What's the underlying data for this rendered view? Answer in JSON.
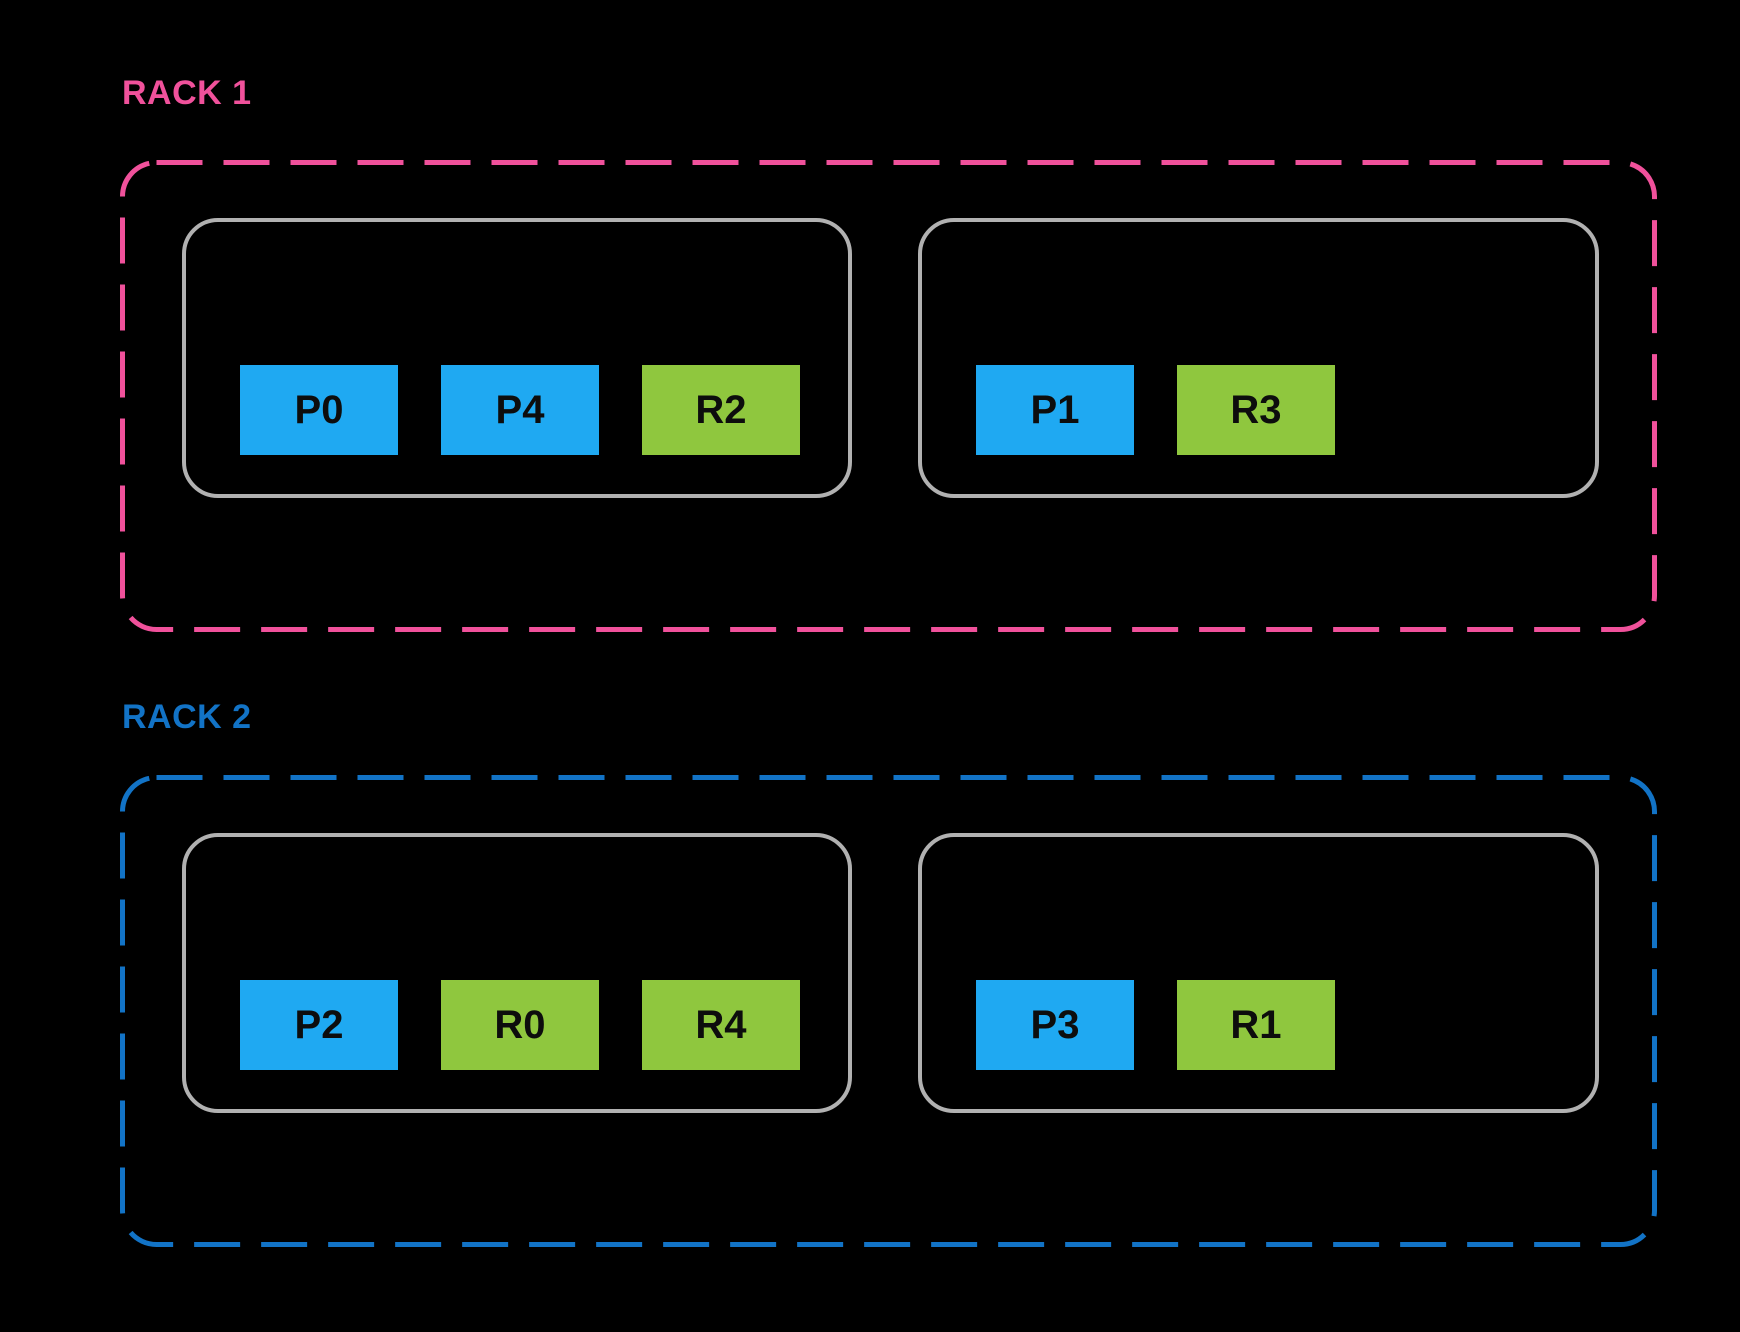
{
  "colors": {
    "background": "#000000",
    "rack1-accent": "#F0519B",
    "rack2-accent": "#1273C6",
    "chip-primary": "#1FA9F2",
    "chip-replica": "#8FC73E",
    "chip-text": "#0D0D0D",
    "node-border": "#B1B1B1"
  },
  "racks": [
    {
      "label": "RACK 1",
      "nodes": [
        {
          "chips": [
            {
              "label": "P0",
              "type": "primary"
            },
            {
              "label": "P4",
              "type": "primary"
            },
            {
              "label": "R2",
              "type": "replica"
            }
          ]
        },
        {
          "chips": [
            {
              "label": "P1",
              "type": "primary"
            },
            {
              "label": "R3",
              "type": "replica"
            }
          ]
        }
      ]
    },
    {
      "label": "RACK 2",
      "nodes": [
        {
          "chips": [
            {
              "label": "P2",
              "type": "primary"
            },
            {
              "label": "R0",
              "type": "replica"
            },
            {
              "label": "R4",
              "type": "replica"
            }
          ]
        },
        {
          "chips": [
            {
              "label": "P3",
              "type": "primary"
            },
            {
              "label": "R1",
              "type": "replica"
            }
          ]
        }
      ]
    }
  ]
}
